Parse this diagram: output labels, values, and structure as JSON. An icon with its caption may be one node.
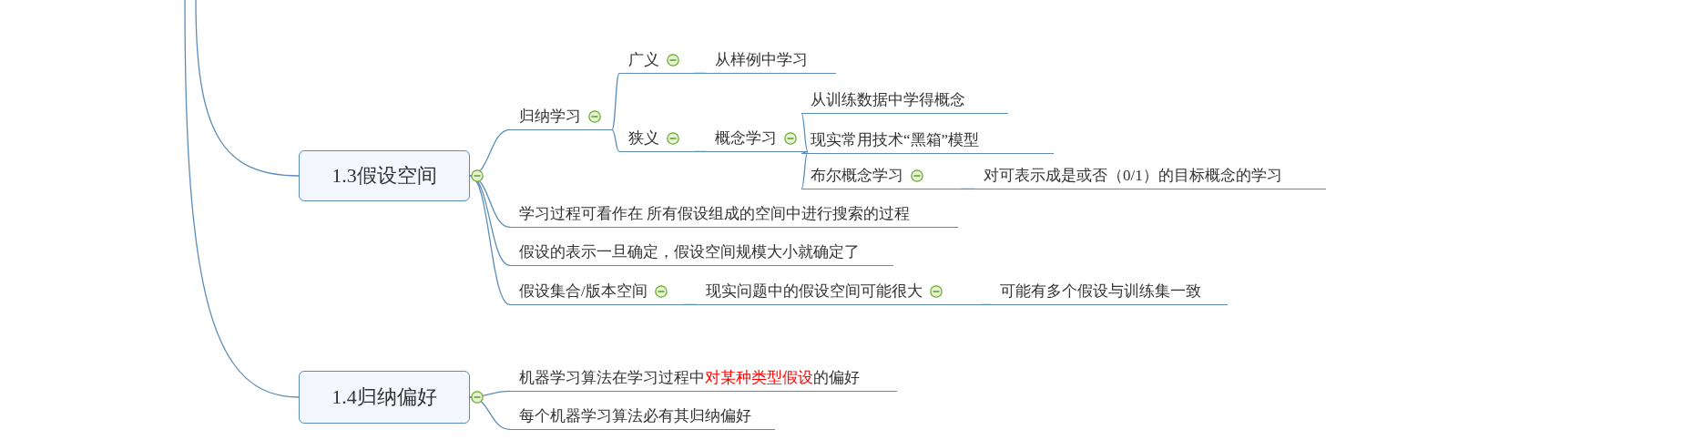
{
  "diagram": {
    "nodes": [
      {
        "text": [
          "1.3假设空间"
        ]
      },
      {
        "text": [
          "归纳学习"
        ]
      },
      {
        "text": [
          "广义"
        ]
      },
      {
        "text": [
          "从样例中学习"
        ]
      },
      {
        "text": [
          "狭义"
        ]
      },
      {
        "text": [
          "概念学习"
        ]
      },
      {
        "text": [
          "从训练数据中学得概念"
        ]
      },
      {
        "text": [
          "现实常用技术“黑箱”模型"
        ]
      },
      {
        "text": [
          "布尔概念学习"
        ]
      },
      {
        "text": [
          "对可表示成是或否（0/1）的目标概念的学习"
        ]
      },
      {
        "text": [
          "学习过程可看作在 所有假设组成的空间中进行搜索的过程"
        ]
      },
      {
        "text": [
          "假设的表示一旦确定，假设空间规模大小就确定了"
        ]
      },
      {
        "text": [
          "假设集合/版本空间"
        ]
      },
      {
        "text": [
          "现实问题中的假设空间可能很大"
        ]
      },
      {
        "text": [
          "可能有多个假设与训练集一致"
        ]
      },
      {
        "text": [
          "1.4归纳偏好"
        ]
      },
      {
        "text": [
          "机器学习算法在学习过程中对某种类型假设的偏好"
        ]
      },
      {
        "text": [
          "每个机器学习算法必有其归纳偏好"
        ]
      }
    ],
    "edges": [
      {
        "from": null,
        "to": 0,
        "arrow": "none"
      },
      {
        "from": null,
        "to": 15,
        "arrow": "none"
      },
      {
        "from": 0,
        "to": 1,
        "arrow": "none"
      },
      {
        "from": 1,
        "to": 2,
        "arrow": "none"
      },
      {
        "from": 2,
        "to": 3,
        "arrow": "none"
      },
      {
        "from": 1,
        "to": 4,
        "arrow": "none"
      },
      {
        "from": 4,
        "to": 5,
        "arrow": "none"
      },
      {
        "from": 5,
        "to": 6,
        "arrow": "none"
      },
      {
        "from": 5,
        "to": 7,
        "arrow": "none"
      },
      {
        "from": 5,
        "to": 8,
        "arrow": "none"
      },
      {
        "from": 8,
        "to": 9,
        "arrow": "none"
      },
      {
        "from": 0,
        "to": 10,
        "arrow": "none"
      },
      {
        "from": 0,
        "to": 11,
        "arrow": "none"
      },
      {
        "from": 0,
        "to": 12,
        "arrow": "none"
      },
      {
        "from": 12,
        "to": 13,
        "arrow": "none"
      },
      {
        "from": 13,
        "to": 14,
        "arrow": "none"
      },
      {
        "from": 15,
        "to": 16,
        "arrow": "none"
      },
      {
        "from": 15,
        "to": 17,
        "arrow": "none"
      }
    ]
  }
}
